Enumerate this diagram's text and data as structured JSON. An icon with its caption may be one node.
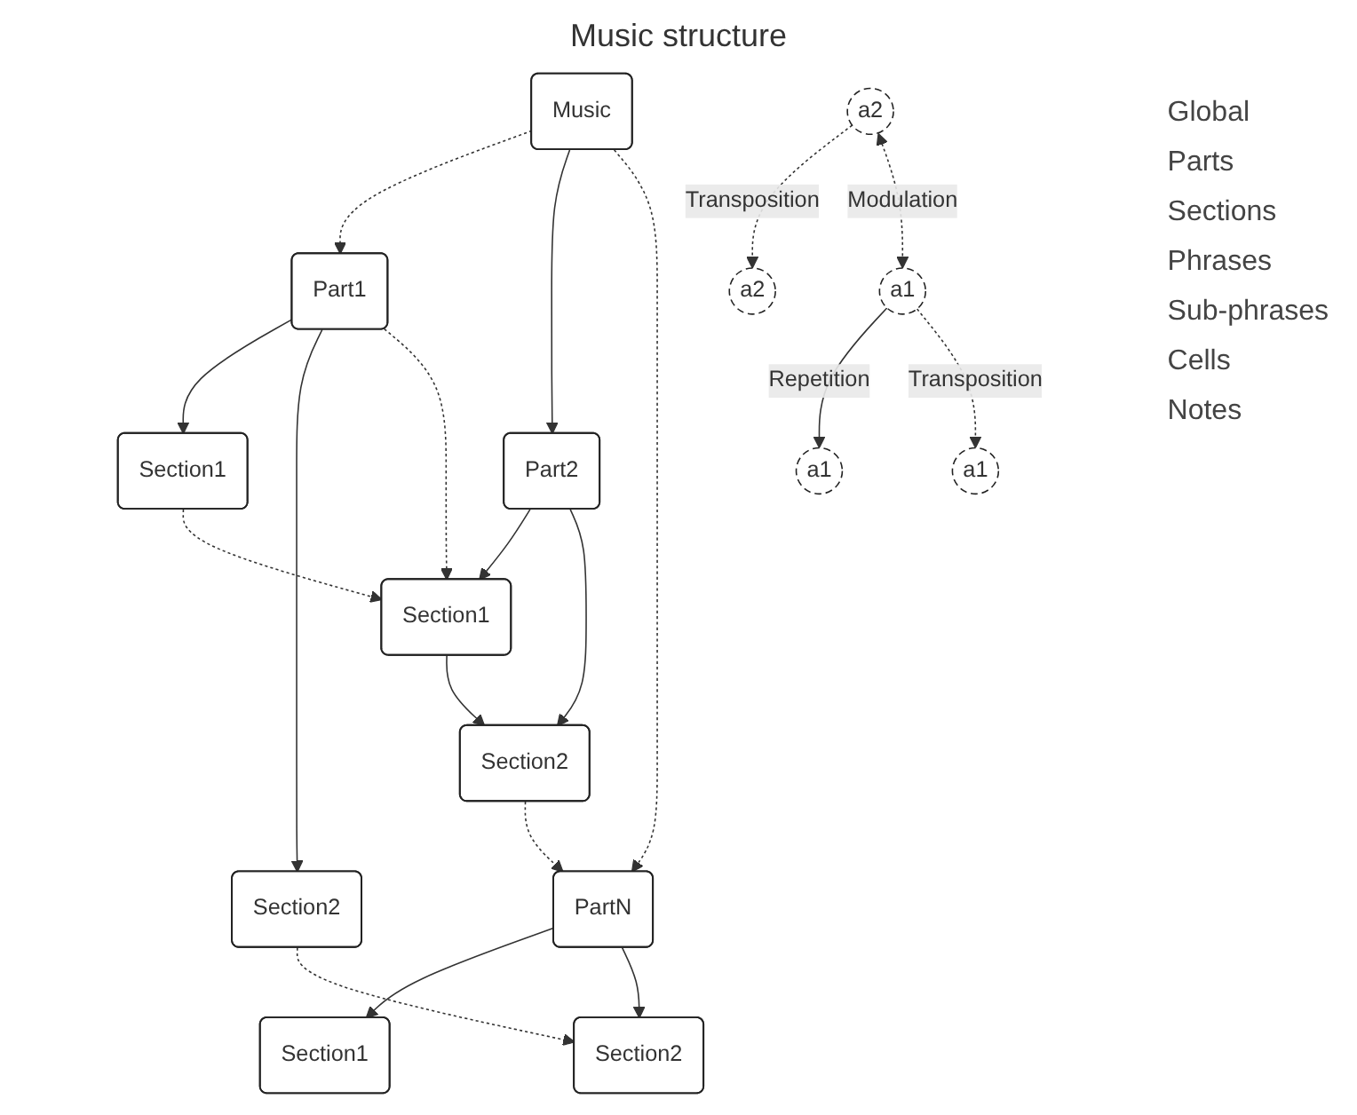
{
  "diagram": {
    "title": "Music structure",
    "nodes": [
      {
        "text": [
          "Music"
        ]
      },
      {
        "text": [
          "Part1"
        ]
      },
      {
        "text": [
          "Part2"
        ]
      },
      {
        "text": [
          "PartN"
        ]
      },
      {
        "text": [
          "Section1"
        ]
      },
      {
        "text": [
          "Section2"
        ]
      },
      {
        "text": [
          "Section1"
        ]
      },
      {
        "text": [
          "Section2"
        ]
      },
      {
        "text": [
          "Section1"
        ]
      },
      {
        "text": [
          "Section2"
        ]
      },
      {
        "text": [
          "a1"
        ]
      },
      {
        "text": [
          "a1"
        ]
      },
      {
        "text": [
          "a2"
        ]
      },
      {
        "text": [
          "a1"
        ]
      },
      {
        "text": [
          "a2"
        ]
      }
    ],
    "edges": [
      {
        "from": 0,
        "to": 1,
        "arrow": "to",
        "style": "dashed"
      },
      {
        "from": 0,
        "to": 2,
        "arrow": "to"
      },
      {
        "from": 0,
        "to": 3,
        "arrow": "to",
        "style": "dashed"
      },
      {
        "from": 1,
        "to": 4,
        "arrow": "to"
      },
      {
        "from": 1,
        "to": 5,
        "arrow": "to"
      },
      {
        "from": 1,
        "to": 6,
        "arrow": "to",
        "style": "dashed"
      },
      {
        "from": 2,
        "to": 6,
        "arrow": "to"
      },
      {
        "from": 2,
        "to": 7,
        "arrow": "to"
      },
      {
        "from": 7,
        "to": 3,
        "arrow": "to",
        "style": "dashed"
      },
      {
        "from": 3,
        "to": 8,
        "arrow": "to"
      },
      {
        "from": 3,
        "to": 9,
        "arrow": "to"
      },
      {
        "from": 4,
        "to": 6,
        "arrow": "to",
        "style": "dashed"
      },
      {
        "from": 6,
        "to": 7,
        "arrow": "to"
      },
      {
        "from": 5,
        "to": 9,
        "arrow": "to",
        "style": "dashed"
      },
      {
        "from": 10,
        "to": 11,
        "arrow": "to",
        "label": "Repetition"
      },
      {
        "from": 12,
        "to": 14,
        "arrow": "to",
        "label": "Transposition",
        "style": "dashed"
      },
      {
        "from": 12,
        "to": 10,
        "arrow": "both",
        "label": "Modulation",
        "style": "dashed"
      },
      {
        "from": 10,
        "to": 13,
        "arrow": "to",
        "label": "Transposition",
        "style": "dashed"
      }
    ],
    "labels": [
      "Global",
      "Parts",
      "Sections",
      "Phrases",
      "Sub-phrases",
      "Cells",
      "Notes"
    ]
  }
}
